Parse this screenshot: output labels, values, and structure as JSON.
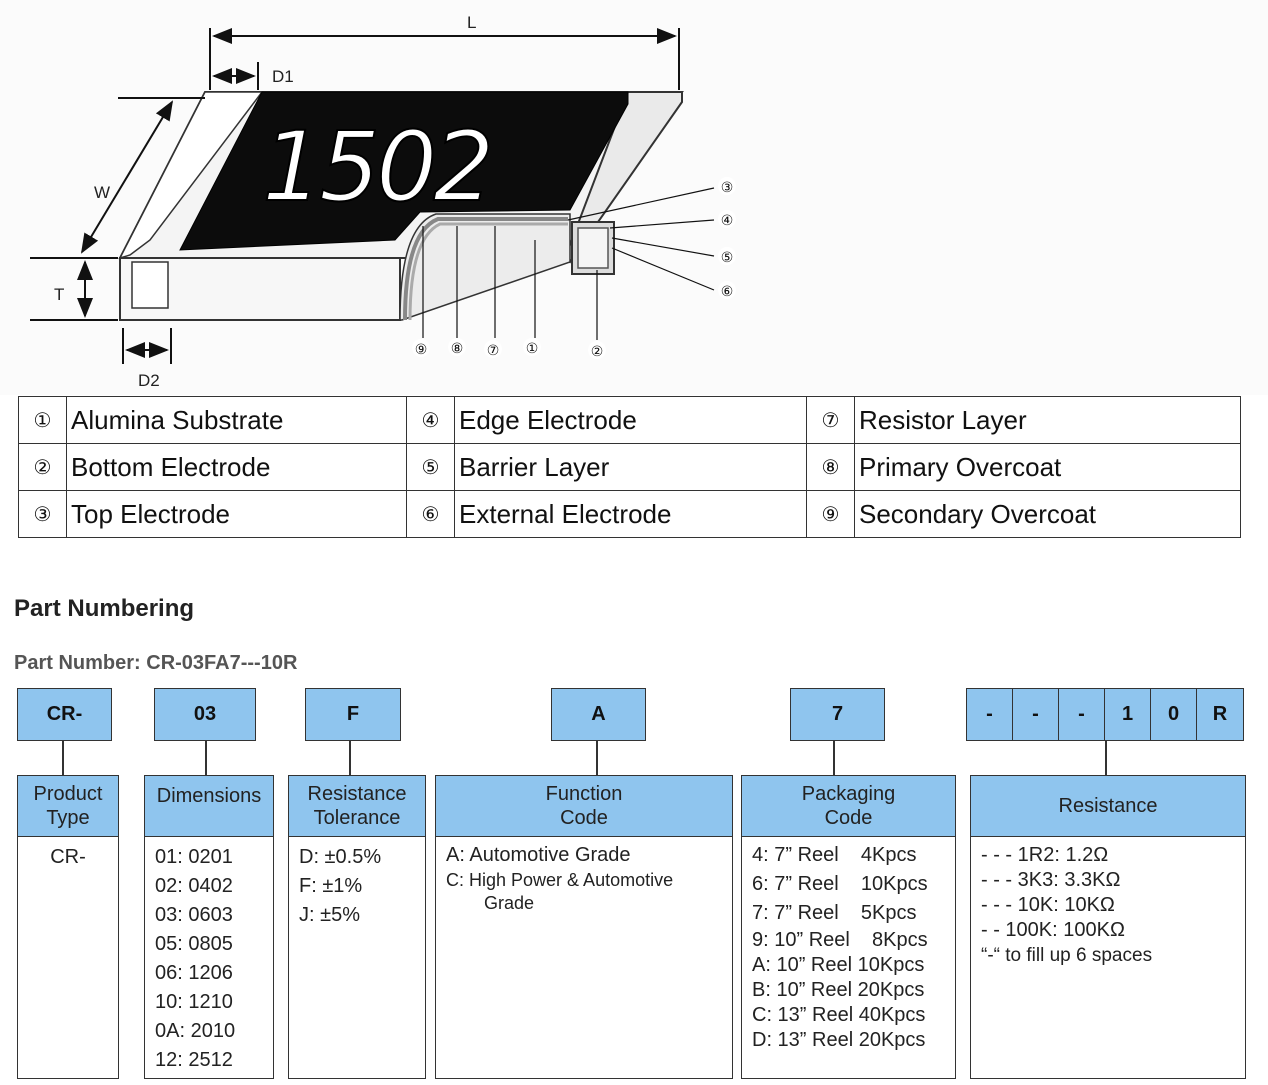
{
  "diagram": {
    "dimensions": [
      "L",
      "D1",
      "W",
      "T",
      "D2"
    ],
    "chip_marking": "1502",
    "callouts_right": [
      "③",
      "④",
      "⑤",
      "⑥"
    ],
    "callouts_bottom": [
      "⑨",
      "⑧",
      "⑦",
      "①",
      "②"
    ]
  },
  "legend": {
    "rows": [
      [
        {
          "num": "①",
          "label": "Alumina Substrate"
        },
        {
          "num": "④",
          "label": "Edge Electrode"
        },
        {
          "num": "⑦",
          "label": "Resistor Layer"
        }
      ],
      [
        {
          "num": "②",
          "label": "Bottom Electrode"
        },
        {
          "num": "⑤",
          "label": "Barrier Layer"
        },
        {
          "num": "⑧",
          "label": "Primary Overcoat"
        }
      ],
      [
        {
          "num": "③",
          "label": "Top Electrode"
        },
        {
          "num": "⑥",
          "label": "External Electrode"
        },
        {
          "num": "⑨",
          "label": "Secondary Overcoat"
        }
      ]
    ]
  },
  "part_numbering": {
    "heading": "Part Numbering",
    "part_number": "Part Number: CR-03FA7---10R",
    "codes": {
      "type": "CR-",
      "dimensions": "03",
      "tolerance": "F",
      "function": "A",
      "packaging": "7",
      "resistance": [
        "-",
        "-",
        "-",
        "1",
        "0",
        "R"
      ]
    },
    "fields": {
      "product_type": {
        "title_1": "Product",
        "title_2": "Type",
        "lines": [
          "CR-"
        ]
      },
      "dimensions": {
        "title_1": "Dimensions",
        "lines": [
          "01: 0201",
          "02: 0402",
          "03: 0603",
          "05: 0805",
          "06: 1206",
          "10: 1210",
          "0A: 2010",
          "12: 2512"
        ]
      },
      "tolerance": {
        "title_1": "Resistance",
        "title_2": "Tolerance",
        "lines": [
          "D: ±0.5%",
          "F: ±1%",
          "J: ±5%"
        ]
      },
      "function": {
        "title_1": "Function",
        "title_2": "Code",
        "lines": [
          "A: Automotive Grade",
          "C: High Power & Automotive",
          "Grade"
        ]
      },
      "packaging": {
        "title_1": "Packaging",
        "title_2": "Code",
        "lines": [
          "4: 7” Reel    4Kpcs",
          "6: 7” Reel    10Kpcs",
          "7: 7” Reel    5Kpcs",
          "9: 10” Reel    8Kpcs",
          "A: 10” Reel 10Kpcs",
          "B: 10” Reel 20Kpcs",
          "C: 13” Reel 40Kpcs",
          "D: 13” Reel 20Kpcs"
        ]
      },
      "resistance": {
        "title_1": "Resistance",
        "lines": [
          "- - - 1R2: 1.2Ω",
          "- - - 3K3: 3.3KΩ",
          "- - - 10K: 10KΩ",
          "- - 100K: 100KΩ",
          "“-“ to fill up 6 spaces"
        ]
      }
    }
  }
}
